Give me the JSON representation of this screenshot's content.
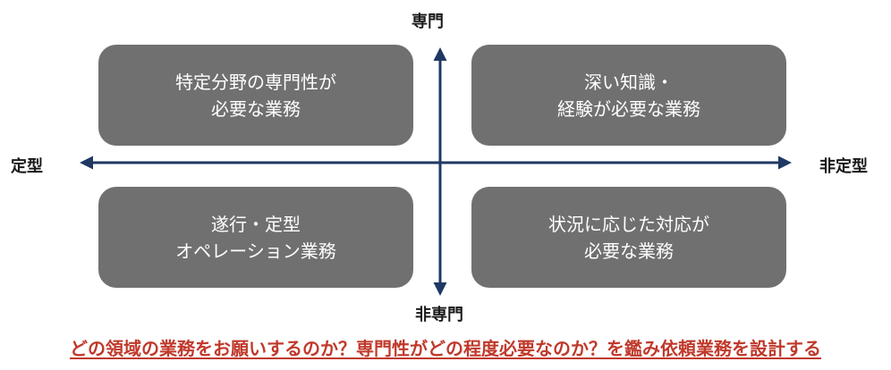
{
  "axes": {
    "top": "専門",
    "bottom": "非専門",
    "left": "定型",
    "right": "非定型",
    "color": "#1f3864"
  },
  "quadrants": {
    "top_left": [
      "特定分野の専門性が",
      "必要な業務"
    ],
    "top_right": [
      "深い知識・",
      "経験が必要な業務"
    ],
    "bottom_left": [
      "遂行・定型",
      "オペレーション業務"
    ],
    "bottom_right": [
      "状況に応じた対応が",
      "必要な業務"
    ],
    "box_color": "#707070"
  },
  "footer": "どの領域の業務をお願いするのか？専門性がどの程度必要なのか？を鑑み依頼業務を設計する",
  "footer_color": "#c0392b"
}
